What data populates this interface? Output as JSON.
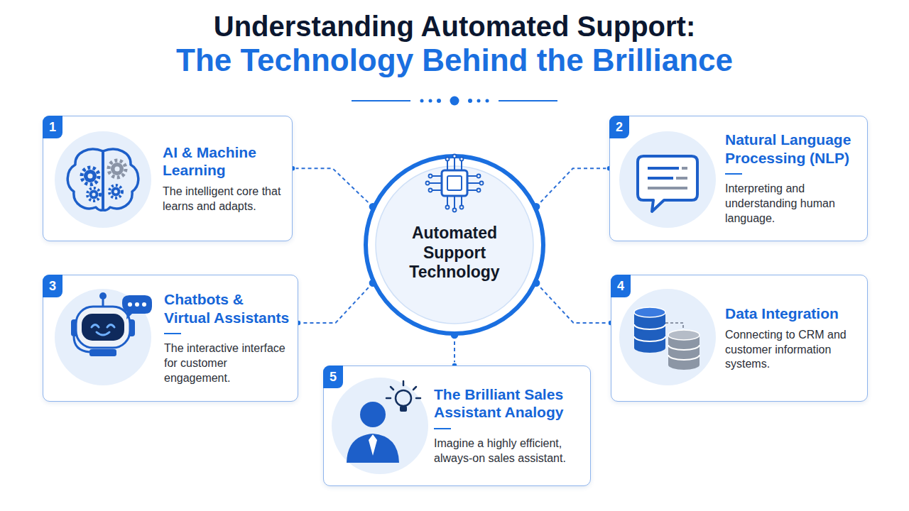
{
  "diagram": {
    "title": "Understanding Automated Support:",
    "nodes": [
      {
        "text": [
          "AI & Machine Learning",
          "The intelligent core that learns and adapts."
        ]
      },
      {
        "text": [
          "Natural Language Processing (NLP)",
          "Interpreting and understanding human language."
        ]
      },
      {
        "text": [
          "Automated Support Technology"
        ]
      },
      {
        "text": [
          "Chatbots & Virtual Assistants",
          "The interactive interface for customer engagement."
        ]
      },
      {
        "text": [
          "Data Integration",
          "Connecting to CRM and customer information systems."
        ]
      },
      {
        "text": [
          "The Brilliant Sales Assistant Analogy",
          "Imagine a highly efficient, always-on sales assistant."
        ]
      }
    ],
    "edges": [
      {
        "from": 2,
        "to": 0,
        "arrow": "none"
      },
      {
        "from": 2,
        "to": 1,
        "arrow": "none"
      },
      {
        "from": 2,
        "to": 3,
        "arrow": "none"
      },
      {
        "from": 2,
        "to": 4,
        "arrow": "none"
      },
      {
        "from": 2,
        "to": 5,
        "arrow": "none"
      }
    ],
    "labels": [
      "The Technology Behind the Brilliance",
      "1",
      "2",
      "3",
      "4",
      "5"
    ]
  }
}
